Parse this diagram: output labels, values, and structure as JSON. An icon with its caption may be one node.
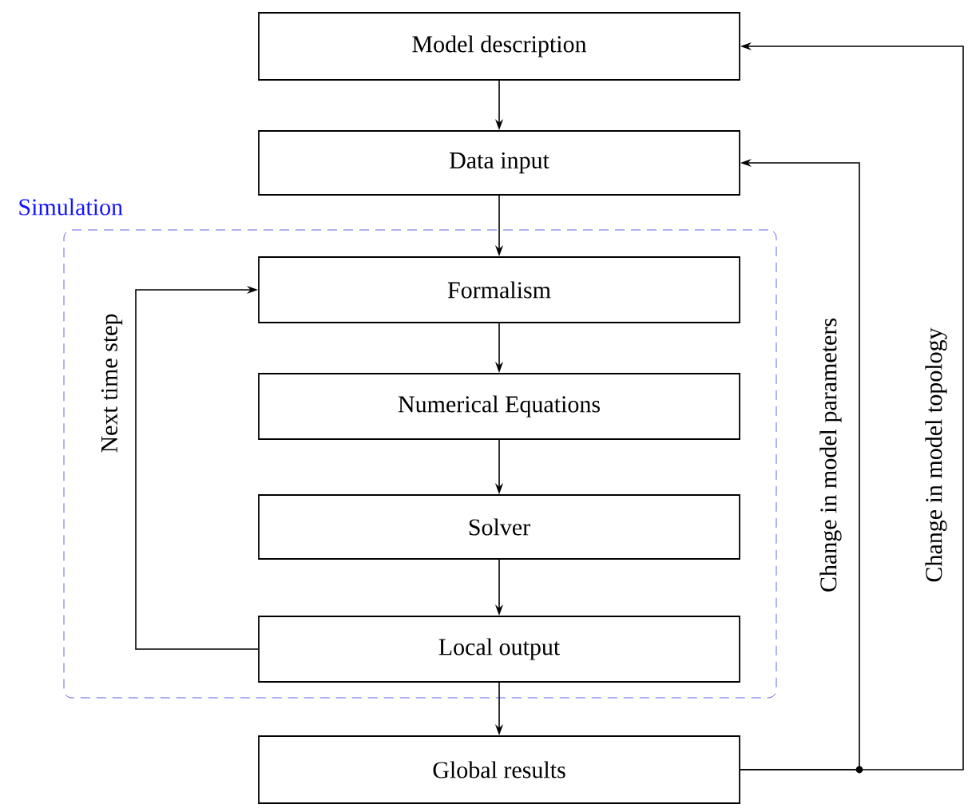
{
  "diagram": {
    "nodes": [
      {
        "text": [
          "Model description"
        ]
      },
      {
        "text": [
          "Data input"
        ]
      },
      {
        "text": [
          "Simulation"
        ]
      },
      {
        "text": [
          "Formalism"
        ],
        "in": 2
      },
      {
        "text": [
          "Numerical Equations"
        ],
        "in": 2
      },
      {
        "text": [
          "Solver"
        ],
        "in": 2
      },
      {
        "text": [
          "Local output"
        ],
        "in": 2
      },
      {
        "text": [
          "Global results"
        ]
      }
    ],
    "edges": [
      {
        "from": 0,
        "to": 1,
        "arrow": "to"
      },
      {
        "from": 1,
        "to": 3,
        "arrow": "to"
      },
      {
        "from": 3,
        "to": 4,
        "arrow": "to"
      },
      {
        "from": 4,
        "to": 5,
        "arrow": "to"
      },
      {
        "from": 5,
        "to": 6,
        "arrow": "to"
      },
      {
        "from": 6,
        "to": 3,
        "arrow": "to",
        "label": "Next time step"
      },
      {
        "from": 6,
        "to": 7,
        "arrow": "to"
      },
      {
        "from": 7,
        "to": 1,
        "arrow": "to",
        "label": "Change in model parameters"
      },
      {
        "from": 7,
        "to": 0,
        "arrow": "to",
        "label": "Change in model topology"
      }
    ]
  }
}
